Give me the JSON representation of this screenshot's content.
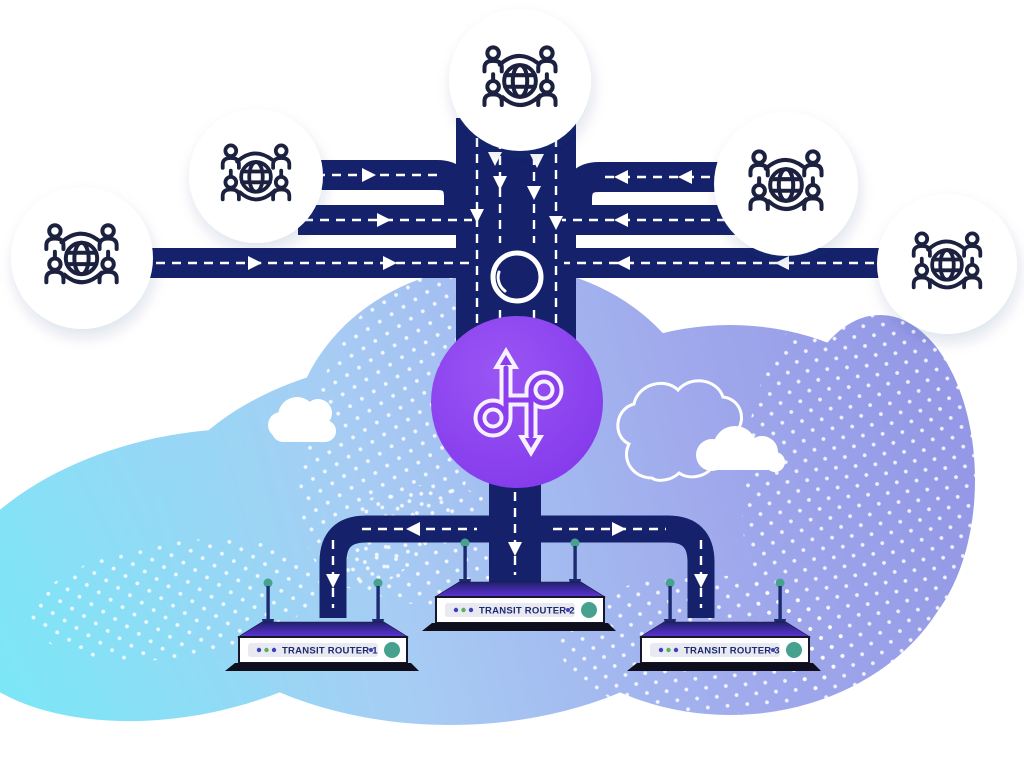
{
  "illustration": {
    "description": "Transit gateway network diagram: five global user networks connected by highway-style roads to a central hub that routes traffic down to three transit routers inside a cloud",
    "hub": {
      "icon": "transit-gateway-arrows-logo"
    },
    "roundabout": {
      "icon": "roundabout-circle"
    },
    "network_nodes": {
      "count": 5,
      "icon": "global-users-icon"
    }
  },
  "routers": [
    {
      "label": "TRANSIT ROUTER 1"
    },
    {
      "label": "TRANSIT ROUTER 2"
    },
    {
      "label": "TRANSIT ROUTER 3"
    }
  ],
  "colors": {
    "road": "#15226b",
    "icon_ink": "#1c2140",
    "hub_purple": "#8a3ef0",
    "cloud_cyan": "#7de6f6",
    "cloud_blue": "#a7cdf4",
    "cloud_periwinkle": "#9396e5",
    "teal": "#46a18f",
    "green_dot": "#58b25a",
    "indigo_dot": "#3f3fc1",
    "router_navy": "#1c2a70"
  }
}
